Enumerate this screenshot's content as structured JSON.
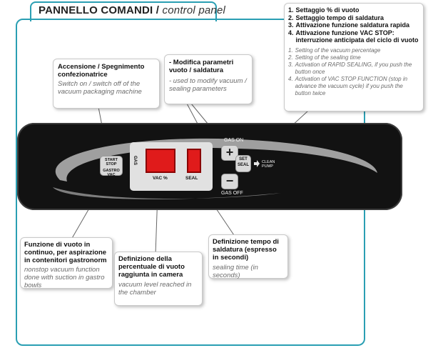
{
  "header": {
    "title_main": "PANNELLO COMANDI /",
    "title_sub": "control panel"
  },
  "callouts": {
    "power": {
      "it_text": "Accensione / Spegnimento confezionatrice",
      "en_text": "Switch on / switch off of the vacuum packaging machine"
    },
    "params": {
      "it_text": "- Modifica parametri vuoto / saldatura",
      "en_text": "- used to modify vacuum / sealing parameters"
    },
    "functions": {
      "it_items": [
        {
          "num": "1.",
          "text": "Settaggio % di vuoto"
        },
        {
          "num": "2.",
          "text": "Settaggio tempo di saldatura"
        },
        {
          "num": "3.",
          "text": "Attivazione funzione saldatura rapida"
        },
        {
          "num": "4.",
          "text": "Attivazione funzione VAC STOP: interruzione anticipata del ciclo di vuoto"
        }
      ],
      "en_items": [
        {
          "num": "1.",
          "text": "Setting of the vacuum percentage"
        },
        {
          "num": "2.",
          "text": "Setting of the sealing time"
        },
        {
          "num": "3.",
          "text": "Activation of RAPID SEALING, if you push the button once"
        },
        {
          "num": "4.",
          "text": "Activation of VAC STOP FUNCTION (stop in advance the vacuum cycle) if you push the button twice"
        }
      ]
    },
    "vacuum_gastro": {
      "it_text": "Funzione di vuoto in continuo, per aspirazione in contenitori gastronorm",
      "en_text": "nonstop vacuum function done with suction in gastro bowls"
    },
    "seal_time": {
      "it_text": "Definizione tempo di saldatura (espresso in secondi)",
      "en_text": "sealing time (in seconds)"
    },
    "vac_level": {
      "it_text": "Definizione della percentuale di vuoto raggiunta in camera",
      "en_text": "vacuum level reached in the chamber"
    }
  },
  "panel": {
    "start_stop_label": "START STOP",
    "gastro_vac_label": "GASTRO VAC",
    "gas_side_label": "GAS",
    "vac_label": "VAC %",
    "seal_label": "SEAL",
    "gas_on_label": "GAS ON",
    "gas_off_label": "GAS OFF",
    "set_label": "SET",
    "seal_button_label": "SEAL",
    "clean_pump_label": "CLEAN PUMP",
    "plus_symbol": "+",
    "minus_symbol": "−"
  },
  "colors": {
    "frame": "#2a9fb3",
    "panel": "#121212",
    "lcd": "#e01b1b",
    "swoosh": "#b8b8b8"
  }
}
